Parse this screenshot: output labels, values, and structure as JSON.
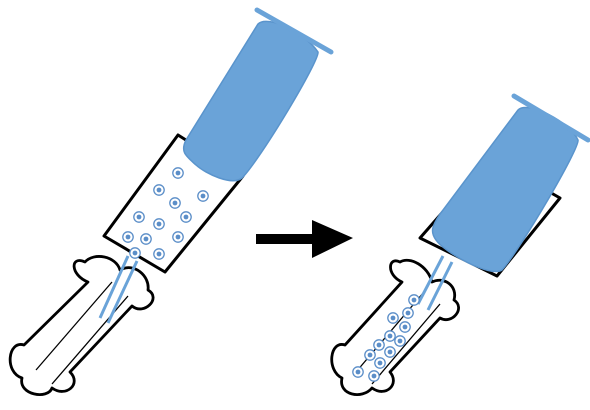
{
  "diagram": {
    "kind": "cell-delivery-into-bone-illustration",
    "panels": [
      {
        "id": "before",
        "description": ""
      },
      {
        "id": "after",
        "description": ""
      }
    ],
    "arrow": {
      "icon": "right-arrow-icon"
    }
  },
  "colors": {
    "outline": "#000000",
    "syringe_fill": "#6aa3d8",
    "syringe_stroke": "#5a94cc",
    "cell_fill": "#cfe0f2",
    "cell_ring": "#5b8ec8",
    "cell_nucleus": "#3d6fae",
    "arrow": "#000000",
    "background": "#ffffff"
  }
}
